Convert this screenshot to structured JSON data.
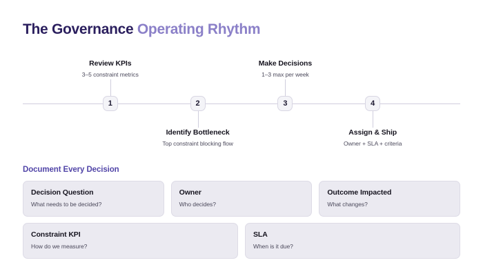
{
  "title": {
    "primary": "The Governance ",
    "accent": "Operating Rhythm",
    "primary_color": "#2b1f5e",
    "accent_color": "#8b80c8"
  },
  "timeline": {
    "axis_color": "#cfcddd",
    "nodes": [
      {
        "number": "1",
        "label": "Review KPIs",
        "sublabel": "3–5 constraint metrics",
        "position": "above",
        "x_pct": 20
      },
      {
        "number": "2",
        "label": "Identify Bottleneck",
        "sublabel": "Top constraint blocking flow",
        "position": "below",
        "x_pct": 40
      },
      {
        "number": "3",
        "label": "Make Decisions",
        "sublabel": "1–3 max per week",
        "position": "above",
        "x_pct": 60
      },
      {
        "number": "4",
        "label": "Assign & Ship",
        "sublabel": "Owner + SLA + criteria",
        "position": "below",
        "x_pct": 80
      }
    ]
  },
  "document_section": {
    "heading": "Document Every Decision",
    "heading_color": "#5246a8",
    "card_bg": "#ebeaf1",
    "rows": [
      [
        {
          "title": "Decision Question",
          "sub": "What needs to be decided?"
        },
        {
          "title": "Owner",
          "sub": "Who decides?"
        },
        {
          "title": "Outcome Impacted",
          "sub": "What changes?"
        }
      ],
      [
        {
          "title": "Constraint KPI",
          "sub": "How do we measure?"
        },
        {
          "title": "SLA",
          "sub": "When is it due?"
        }
      ]
    ]
  }
}
